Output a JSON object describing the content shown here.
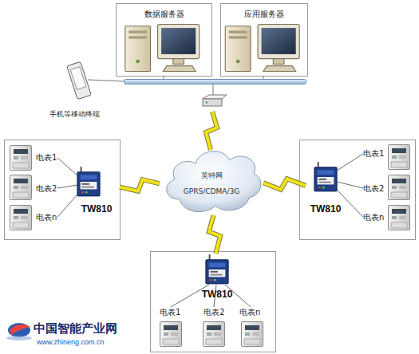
{
  "diagram": {
    "nodes": [
      {
        "text": [
          "数据服务器"
        ]
      },
      {
        "text": [
          "应用服务器"
        ]
      },
      {
        "text": [
          "英特网",
          "GPRS/CDMA/3G"
        ]
      },
      {
        "text": [
          "TW810"
        ]
      },
      {
        "text": [
          "TW810"
        ]
      },
      {
        "text": [
          "TW810"
        ]
      }
    ],
    "edges": [
      {
        "from": 3,
        "to": 2,
        "arrow": "none"
      },
      {
        "from": 4,
        "to": 2,
        "arrow": "none"
      },
      {
        "from": 5,
        "to": 2,
        "arrow": "none"
      }
    ],
    "labels": [
      "手机等移动终端",
      "电表1",
      "电表2",
      "电表n",
      "电表1",
      "电表2",
      "电表n",
      "电表1",
      "电表2",
      "电表n",
      "中国智能产业网",
      "www.zhineng.com.cn"
    ]
  }
}
